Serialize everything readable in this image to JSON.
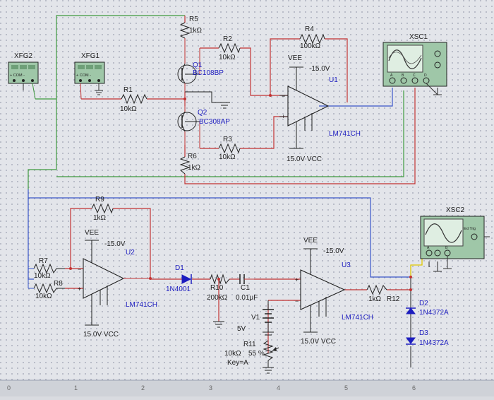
{
  "colors": {
    "background": "#e3e5ea",
    "dot": "#9aa0b0",
    "wire_red": "#c23232",
    "wire_green": "#3f9a3f",
    "wire_blue": "#3a56c8",
    "wire_black": "#333333",
    "wire_yellow": "#e0c700",
    "label_blue": "#1d1dbf",
    "component": "#222222"
  },
  "components": {
    "xfg2": {
      "ref": "XFG2",
      "terminals": "+ COM -"
    },
    "xfg1": {
      "ref": "XFG1",
      "terminals": "+ COM -"
    },
    "xsc1": {
      "ref": "XSC1",
      "ports": [
        "A",
        "B",
        "C",
        "D"
      ]
    },
    "xsc2": {
      "ref": "XSC2",
      "ext": "Ext Trig",
      "ports": [
        "A",
        "B"
      ]
    },
    "r1": {
      "ref": "R1",
      "value": "10kΩ"
    },
    "r2": {
      "ref": "R2",
      "value": "10kΩ"
    },
    "r3": {
      "ref": "R3",
      "value": "10kΩ"
    },
    "r4": {
      "ref": "R4",
      "value": "100kΩ"
    },
    "r5": {
      "ref": "R5",
      "value": "1kΩ"
    },
    "r6": {
      "ref": "R6",
      "value": "1kΩ"
    },
    "r7": {
      "ref": "R7",
      "value": "10kΩ"
    },
    "r8": {
      "ref": "R8",
      "value": "10kΩ"
    },
    "r9": {
      "ref": "R9",
      "value": "1kΩ"
    },
    "r10": {
      "ref": "R10",
      "value": "200kΩ"
    },
    "r11": {
      "ref": "R11",
      "value": "10kΩ",
      "pct": "55 %",
      "key": "Key=A"
    },
    "r12": {
      "ref": "R12",
      "value": "1kΩ"
    },
    "c1": {
      "ref": "C1",
      "value": "0.01µF"
    },
    "v1": {
      "ref": "V1",
      "value": "5V"
    },
    "q1": {
      "ref": "Q1",
      "model": "BC108BP"
    },
    "q2": {
      "ref": "Q2",
      "model": "BC308AP"
    },
    "d1": {
      "ref": "D1",
      "model": "1N4001"
    },
    "d2": {
      "ref": "D2",
      "model": "1N4372A"
    },
    "d3": {
      "ref": "D3",
      "model": "1N4372A"
    },
    "u1": {
      "ref": "U1",
      "model": "LM741CH",
      "vee": "VEE",
      "vee_val": "-15.0V",
      "vcc": "15.0V  VCC"
    },
    "u2": {
      "ref": "U2",
      "model": "LM741CH",
      "vee": "VEE",
      "vee_val": "-15.0V",
      "vcc": "15.0V  VCC"
    },
    "u3": {
      "ref": "U3",
      "model": "LM741CH",
      "vee": "VEE",
      "vee_val": "-15.0V",
      "vcc": "15.0V  VCC"
    }
  },
  "grid_ruler": [
    "0",
    "1",
    "2",
    "3",
    "4",
    "5",
    "6"
  ]
}
